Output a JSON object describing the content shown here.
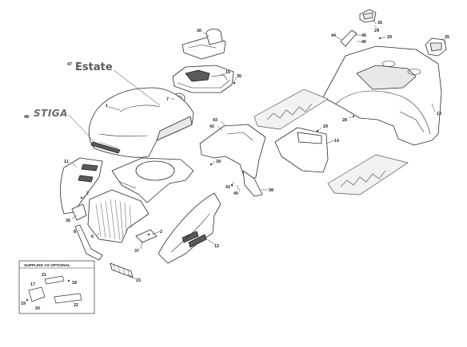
{
  "labels": {
    "estate": "Estate",
    "stiga": "STIGA",
    "optional_box_title": "SUPPLIED AS OPTIONAL"
  },
  "callouts": [
    "47",
    "48",
    "1",
    "7",
    "16",
    "35",
    "30",
    "11",
    "2",
    "36",
    "8",
    "6",
    "37",
    "2",
    "15",
    "12",
    "43",
    "42",
    "39",
    "41",
    "40",
    "38",
    "29",
    "14",
    "26",
    "24",
    "44",
    "45",
    "46",
    "29",
    "25",
    "13",
    "28",
    "21",
    "17",
    "18",
    "19",
    "20",
    "22"
  ]
}
